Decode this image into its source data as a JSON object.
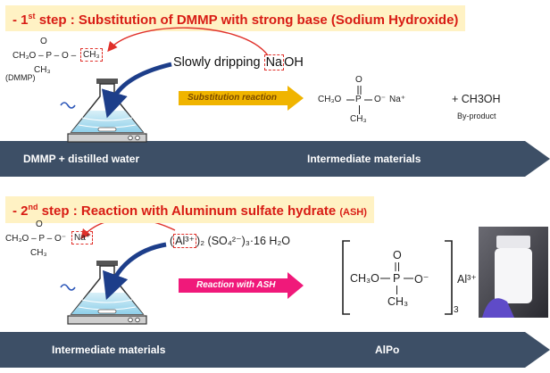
{
  "step1": {
    "title_prefix": "- 1",
    "title_sup": "st",
    "title_rest": " step : Substitution of DMMP with strong base (Sodium Hydroxide)",
    "dmmp_formula_left": "CH₃O – P – O –",
    "dmmp_methyl": "CH₃",
    "dmmp_ch3_bottom": "CH₃",
    "dmmp_o_top": "O",
    "dmmp_label": "(DMMP)",
    "dripping_text": "Slowly dripping",
    "naoh_part1": "Na",
    "naoh_part2": "OH",
    "reaction_label": "Substitution reaction",
    "product_ch3o": "CH₃O",
    "product_p": "P",
    "product_o_top": "O",
    "product_o_minus": "O⁻",
    "product_na": "Na⁺",
    "product_ch3_bottom": "CH₃",
    "byproduct_formula": "+ CH3OH",
    "byproduct_label": "By-product",
    "bar_left_label": "DMMP + distilled water",
    "bar_right_label": "Intermediate materials"
  },
  "step2": {
    "title_prefix": "- 2",
    "title_sup": "nd",
    "title_rest": " step : Reaction with Aluminum sulfate hydrate",
    "title_abbr": "(ASH)",
    "reactant_left": "CH₃O – P – O⁻",
    "reactant_na": "Na⁺",
    "reactant_o_top": "O",
    "reactant_ch3_bottom": "CH₃",
    "ash_al": "Al³⁺",
    "ash_rest": "₂ (SO₄²⁻)₃·16 H₂O",
    "reaction_label": "Reaction with ASH",
    "product_ch3o": "CH₃O",
    "product_p": "P",
    "product_o_top": "O",
    "product_o_minus": "O⁻",
    "product_ch3_bottom": "CH₃",
    "product_subscript": "3",
    "product_al": "Al³⁺",
    "bar_left_label": "Intermediate materials",
    "bar_right_label": "AlPo"
  },
  "colors": {
    "title_bg": "#fff2c4",
    "title_text": "#d81c14",
    "bar": "#3d4f66",
    "red_arrow": "#e0302a",
    "blue_arrow": "#1d3e8a",
    "substitution_arrow": "#f0b400",
    "ash_arrow": "#f0197a"
  },
  "icons": [
    "erlenmeyer-flask-icon",
    "magnetic-stir-plate-icon",
    "stir-bar-icon",
    "vial-photo-icon"
  ]
}
